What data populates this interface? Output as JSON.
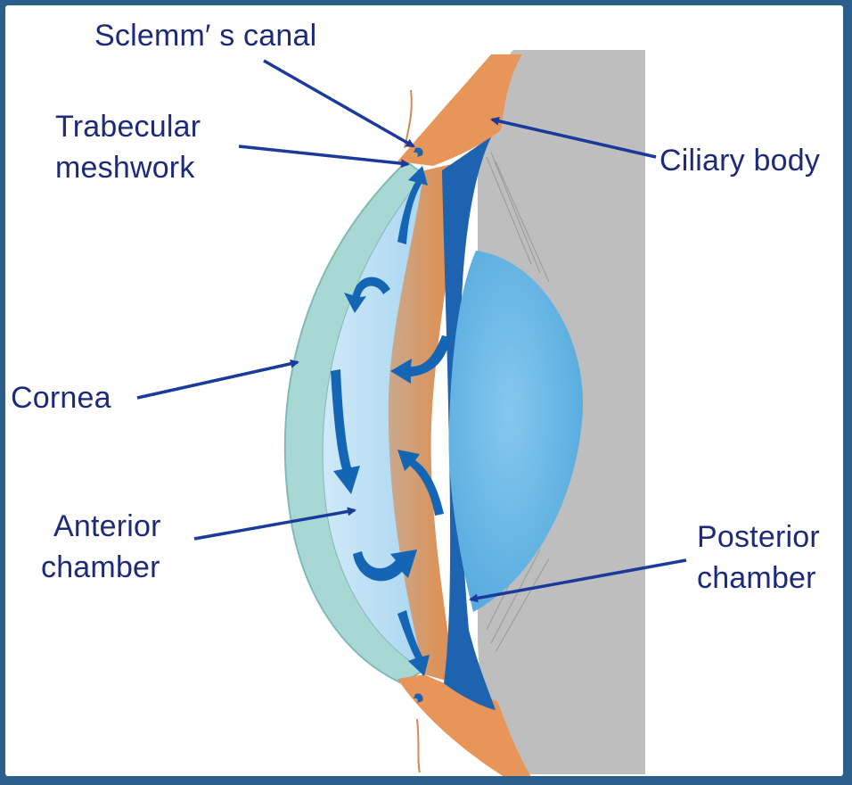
{
  "labels": {
    "schlemm": "Sclemm′ s canal",
    "trabecular_1": "Trabecular",
    "trabecular_2": "meshwork",
    "ciliary": "Ciliary body",
    "cornea": "Cornea",
    "anterior_1": "Anterior",
    "anterior_2": "chamber",
    "posterior_1": "Posterior",
    "posterior_2": "chamber"
  },
  "colors": {
    "frame": "#2a5f8c",
    "label_text": "#1d2a7a",
    "pointer": "#1a3a9c",
    "flow_arrow": "#1565b5",
    "sclera_iris": "#e8955a",
    "lens": "#6ab7e4",
    "cornea": "#a8d8d4",
    "vitreous": "#bfbfbf"
  }
}
